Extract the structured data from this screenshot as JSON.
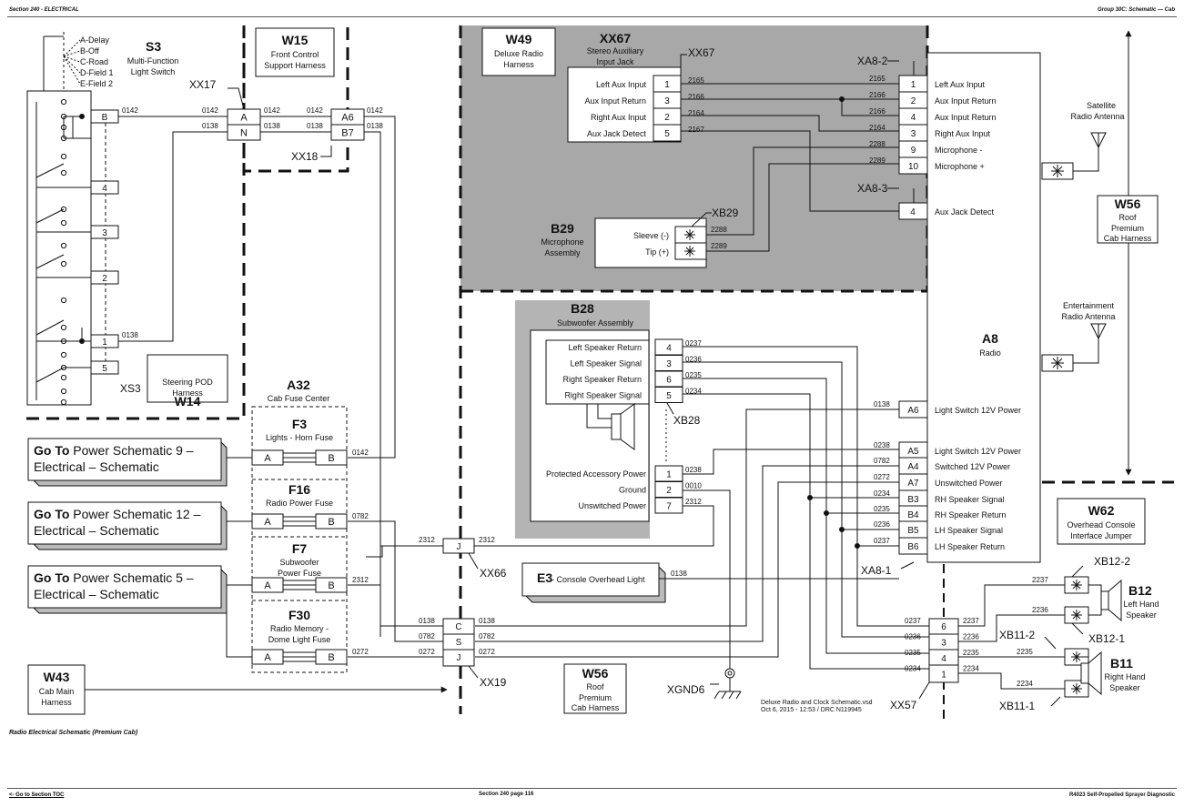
{
  "header": {
    "left": "Section 240 - ELECTRICAL",
    "right": "Group 30C: Schematic — Cab"
  },
  "caption": "Radio Electrical Schematic (Premium Cab)",
  "footer": {
    "toc_link": "<- Go to Section TOC",
    "page": "Section 240 page 116",
    "doc": "R4023 Self-Propelled Sprayer Diagnostic"
  },
  "file_note": {
    "line1": "Deluxe Radio and Clock Schematic.vsd",
    "line2": "Oct 6, 2015 - 12:53 / DRC N119945"
  },
  "s3": {
    "id": "S3",
    "name1": "Multi-Function",
    "name2": "Light Switch",
    "positions": [
      "A-Delay",
      "B-Off",
      "C-Road",
      "D-Field 1",
      "E-Field 2"
    ],
    "pins": [
      "B",
      "4",
      "3",
      "2",
      "1",
      "5"
    ],
    "connector": "XS3"
  },
  "w14": {
    "id": "W14",
    "l1": "Steering POD",
    "l2": "Harness"
  },
  "w15": {
    "id": "W15",
    "l1": "Front Control",
    "l2": "Support Harness"
  },
  "xx17": {
    "id": "XX17",
    "pins": [
      "A",
      "N"
    ]
  },
  "xx18": {
    "id": "XX18",
    "pins": [
      "A6",
      "B7"
    ]
  },
  "w49": {
    "id": "W49",
    "l1": "Deluxe Radio",
    "l2": "Harness"
  },
  "xx67": {
    "id": "XX67",
    "l1": "Stereo Auxiliary",
    "l2": "Input Jack",
    "connector": "XX67",
    "rows": [
      {
        "label": "Left Aux Input",
        "pin": "1",
        "wire": "2165"
      },
      {
        "label": "Aux Input Return",
        "pin": "3",
        "wire": "2166"
      },
      {
        "label": "Right Aux Input",
        "pin": "2",
        "wire": "2164"
      },
      {
        "label": "Aux Jack Detect",
        "pin": "5",
        "wire": "2167"
      }
    ]
  },
  "b29": {
    "id": "B29",
    "l1": "Microphone",
    "l2": "Assembly",
    "connector": "XB29",
    "rows": [
      {
        "label": "Sleeve (-)",
        "wire": "2288"
      },
      {
        "label": "Tip (+)",
        "wire": "2289"
      }
    ]
  },
  "a8": {
    "id": "A8",
    "name": "Radio",
    "conn2": "XA8-2",
    "conn3": "XA8-3",
    "conn1": "XA8-1",
    "xa82": [
      {
        "pin": "1",
        "label": "Left Aux Input",
        "wire": "2165"
      },
      {
        "pin": "2",
        "label": "Aux Input Return",
        "wire": "2166"
      },
      {
        "pin": "4",
        "label": "Aux Input Return",
        "wire": "2166"
      },
      {
        "pin": "3",
        "label": "Right Aux Input",
        "wire": "2164"
      },
      {
        "pin": "9",
        "label": "Microphone -",
        "wire": "2288"
      },
      {
        "pin": "10",
        "label": "Microphone +",
        "wire": "2289"
      }
    ],
    "xa83": {
      "pin": "4",
      "label": "Aux Jack Detect"
    },
    "xa81": [
      {
        "pin": "A6",
        "label": "Light Switch 12V Power",
        "wire": "0138"
      },
      {
        "pin": "A5",
        "label": "Light Switch 12V Power",
        "wire": "0238"
      },
      {
        "pin": "A4",
        "label": "Switched 12V Power",
        "wire": "0782"
      },
      {
        "pin": "A7",
        "label": "Unswitched Power",
        "wire": "0272"
      },
      {
        "pin": "B3",
        "label": "RH Speaker Signal",
        "wire": "0234"
      },
      {
        "pin": "B4",
        "label": "RH Speaker Return",
        "wire": "0235"
      },
      {
        "pin": "B5",
        "label": "LH Speaker Signal",
        "wire": "0236"
      },
      {
        "pin": "B6",
        "label": "LH Speaker Return",
        "wire": "0237"
      }
    ]
  },
  "antennas": {
    "satellite": {
      "l1": "Satellite",
      "l2": "Radio Antenna"
    },
    "entertainment": {
      "l1": "Entertainment",
      "l2": "Radio Antenna"
    }
  },
  "w56_right": {
    "id": "W56",
    "l1": "Roof",
    "l2": "Premium",
    "l3": "Cab Harness"
  },
  "w56_bottom": {
    "id": "W56",
    "l1": "Roof",
    "l2": "Premium",
    "l3": "Cab Harness"
  },
  "w62": {
    "id": "W62",
    "l1": "Overhead Console",
    "l2": "Interface Jumper"
  },
  "b28": {
    "id": "B28",
    "name": "Subwoofer Assembly",
    "connector": "XB28",
    "speaker_rows": [
      {
        "label": "Left Speaker Return",
        "pin": "4",
        "wire": "0237"
      },
      {
        "label": "Left Speaker Signal",
        "pin": "3",
        "wire": "0236"
      },
      {
        "label": "Right Speaker Return",
        "pin": "6",
        "wire": "0235"
      },
      {
        "label": "Right Speaker Signal",
        "pin": "5",
        "wire": "0234"
      }
    ],
    "power_rows": [
      {
        "label": "Protected Accessory Power",
        "pin": "1",
        "wire": "0238"
      },
      {
        "label": "Ground",
        "pin": "2",
        "wire": "0010"
      },
      {
        "label": "Unswitched Power",
        "pin": "7",
        "wire": "2312"
      }
    ]
  },
  "a32": {
    "id": "A32",
    "name": "Cab Fuse Center",
    "fuses": [
      {
        "id": "F3",
        "l1": "Lights - Horn Fuse",
        "l2": "",
        "out": "0142"
      },
      {
        "id": "F16",
        "l1": "Radio Power Fuse",
        "l2": "",
        "out": "0782"
      },
      {
        "id": "F7",
        "l1": "Subwoofer",
        "l2": "Power Fuse",
        "out": "2312"
      },
      {
        "id": "F30",
        "l1": "Radio Memory -",
        "l2": "Dome Light Fuse",
        "out": "0272"
      }
    ],
    "pin_a": "A",
    "pin_b": "B"
  },
  "goto": [
    {
      "bold": "Go To",
      "rest": " Power Schematic 9 –",
      "line2": "Electrical – Schematic"
    },
    {
      "bold": "Go To",
      "rest": " Power Schematic 12 –",
      "line2": "Electrical – Schematic"
    },
    {
      "bold": "Go To",
      "rest": " Power Schematic 5 –",
      "line2": "Electrical – Schematic"
    }
  ],
  "w43": {
    "id": "W43",
    "l1": "Cab Main",
    "l2": "Harness"
  },
  "xx66": {
    "id": "XX66",
    "pin": "J",
    "wire": "2312"
  },
  "xx19": {
    "id": "XX19",
    "rows": [
      {
        "pin": "C",
        "wire": "0138"
      },
      {
        "pin": "S",
        "wire": "0782"
      },
      {
        "pin": "J",
        "wire": "0272"
      }
    ]
  },
  "e3": {
    "id": "E3",
    "name": " - Console Overhead Light",
    "wire": "0138"
  },
  "xgnd6": "XGND6",
  "xx57": {
    "id": "XX57",
    "rows": [
      {
        "pin": "6",
        "in": "0237",
        "out": "2237"
      },
      {
        "pin": "3",
        "in": "0236",
        "out": "2236"
      },
      {
        "pin": "4",
        "in": "0235",
        "out": "2235"
      },
      {
        "pin": "1",
        "in": "0234",
        "out": "2234"
      }
    ]
  },
  "b12": {
    "id": "B12",
    "l1": "Left Hand",
    "l2": "Speaker",
    "c1": "XB12-2",
    "c2": "XB12-1",
    "w1": "2237",
    "w2": "2236"
  },
  "b11": {
    "id": "B11",
    "l1": "Right Hand",
    "l2": "Speaker",
    "c1": "XB11-2",
    "c2": "XB11-1",
    "w1": "2235",
    "w2": "2234"
  },
  "colors": {
    "shaded": "#a8a8a8",
    "b28_shade": "#b4b4b4",
    "line": "#111111"
  }
}
